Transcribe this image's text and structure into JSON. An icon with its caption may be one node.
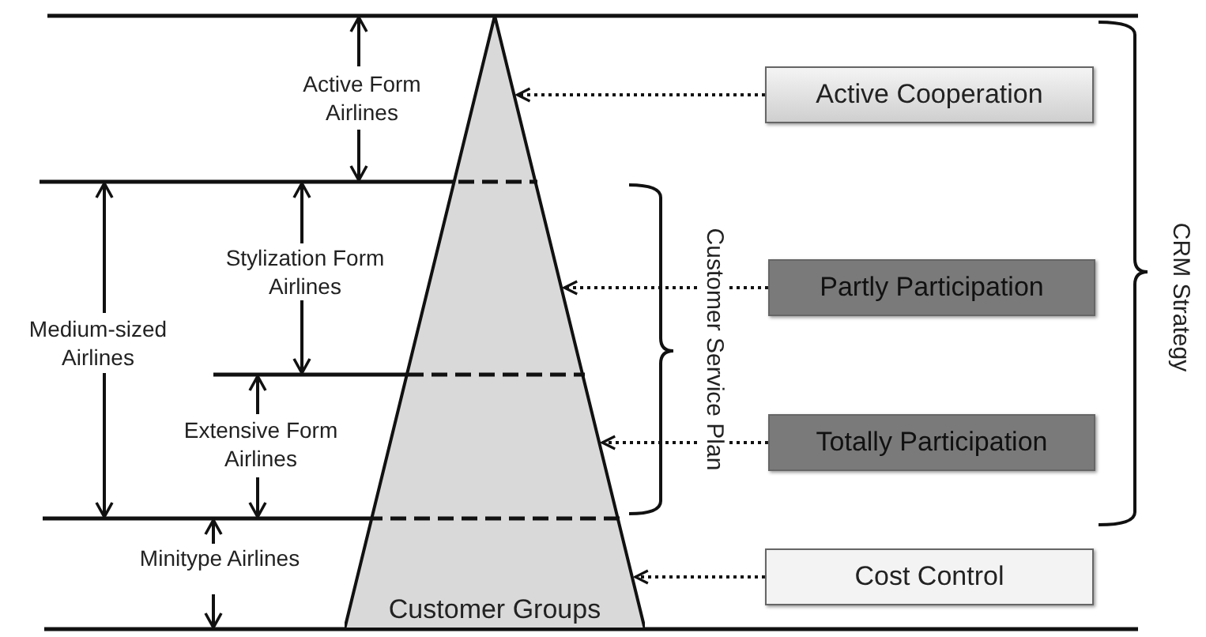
{
  "diagram": {
    "nodes": [
      {
        "text": [
          "Customer Groups"
        ]
      },
      {
        "text": [
          "Active Cooperation"
        ]
      },
      {
        "text": [
          "Partly Participation"
        ]
      },
      {
        "text": [
          "Totally Participation"
        ]
      },
      {
        "text": [
          "Cost Control"
        ]
      }
    ],
    "edges": [
      {
        "from": 1,
        "to": 0,
        "arrow": "to",
        "style": "dashed"
      },
      {
        "from": 2,
        "to": 0,
        "arrow": "to",
        "style": "dashed"
      },
      {
        "from": 3,
        "to": 0,
        "arrow": "to",
        "style": "dashed"
      },
      {
        "from": 4,
        "to": 0,
        "arrow": "to",
        "style": "dashed"
      }
    ],
    "labels": [
      "Active Form Airlines",
      "Stylization Form Airlines",
      "Medium-sized Airlines",
      "Extensive Form Airlines",
      "Minitype Airlines",
      "Customer Service Plan",
      "CRM Strategy"
    ]
  }
}
